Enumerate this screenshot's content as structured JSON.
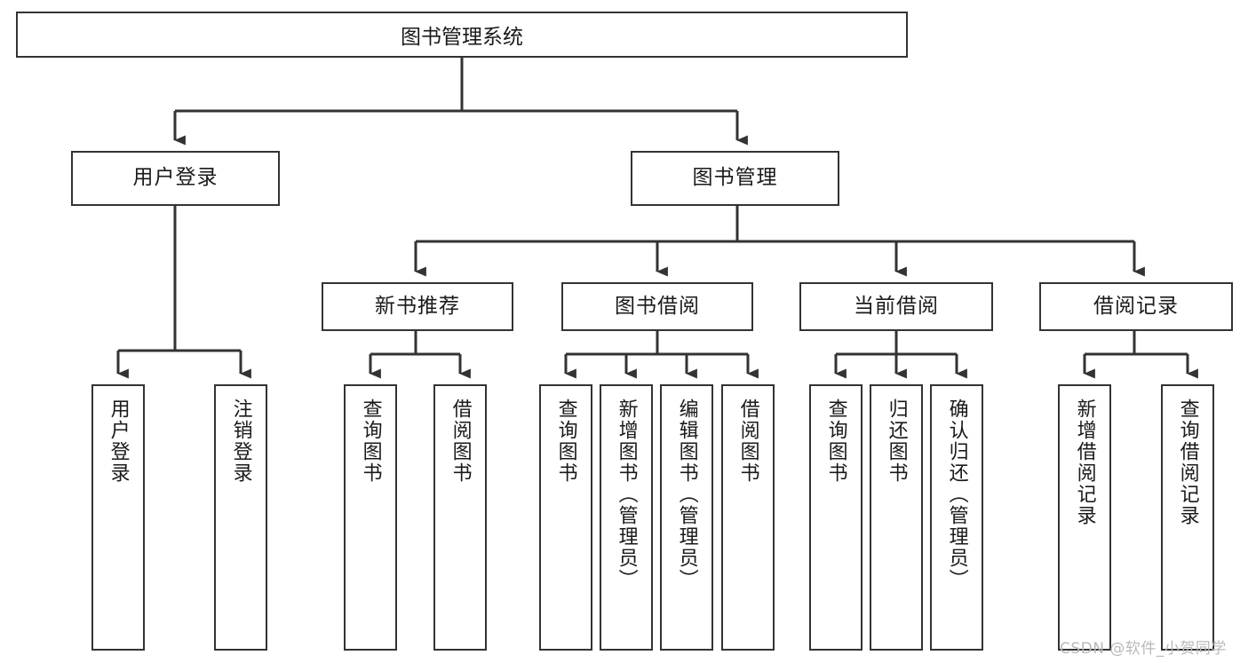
{
  "diagram": {
    "title": "图书管理系统",
    "type": "tree-hierarchy",
    "watermark": "CSDN @软件_小贺同学"
  },
  "root": {
    "label": "图书管理系统"
  },
  "level2": [
    {
      "label": "用户登录"
    },
    {
      "label": "图书管理"
    }
  ],
  "level3": [
    {
      "label": "新书推荐"
    },
    {
      "label": "图书借阅"
    },
    {
      "label": "当前借阅"
    },
    {
      "label": "借阅记录"
    }
  ],
  "leaves": {
    "user_login": [
      {
        "label": "用户登录"
      },
      {
        "label": "注销登录"
      }
    ],
    "new_book_recommend": [
      {
        "label": "查询图书"
      },
      {
        "label": "借阅图书"
      }
    ],
    "book_borrow": [
      {
        "label": "查询图书"
      },
      {
        "label": "新增图书（管理员）"
      },
      {
        "label": "编辑图书（管理员）"
      },
      {
        "label": "借阅图书"
      }
    ],
    "current_borrow": [
      {
        "label": "查询图书"
      },
      {
        "label": "归还图书"
      },
      {
        "label": "确认归还（管理员）"
      }
    ],
    "borrow_record": [
      {
        "label": "新增借阅记录"
      },
      {
        "label": "查询借阅记录"
      }
    ]
  },
  "colors": {
    "stroke": "#333333",
    "background": "#ffffff",
    "text": "#1a1a1a",
    "watermark": "#b9b9b9"
  }
}
